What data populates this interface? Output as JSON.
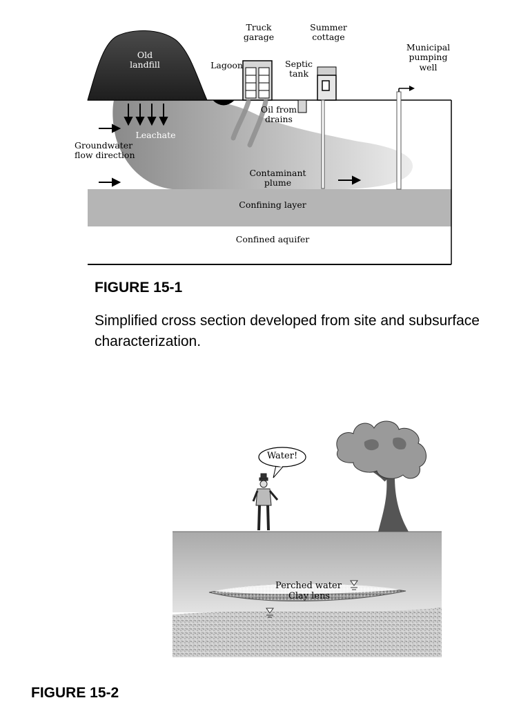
{
  "figure1": {
    "labels": {
      "landfill": "Old\nlandfill",
      "truck_garage": "Truck\ngarage",
      "lagoon": "Lagoon",
      "septic_tank": "Septic\ntank",
      "summer_cottage": "Summer\ncottage",
      "municipal_well": "Municipal\npumping\nwell",
      "oil_from_drains": "Oil from\ndrains",
      "leachate": "Leachate",
      "groundwater_flow": "Groundwater\nflow direction",
      "contaminant_plume": "Contaminant plume",
      "confining_layer": "Confining layer",
      "confined_aquifer": "Confined aquifer"
    },
    "title": "FIGURE 15-1",
    "caption": "Simplified cross section developed from site and subsurface characterization."
  },
  "figure2": {
    "labels": {
      "speech": "Water!",
      "perched_water": "Perched water",
      "clay_lens": "Clay lens"
    },
    "title": "FIGURE 15-2"
  },
  "colors": {
    "landfill_dark": "#2e2e2e",
    "confining_layer": "#b5b5b5",
    "tree_foliage": "#9a9a9a"
  }
}
